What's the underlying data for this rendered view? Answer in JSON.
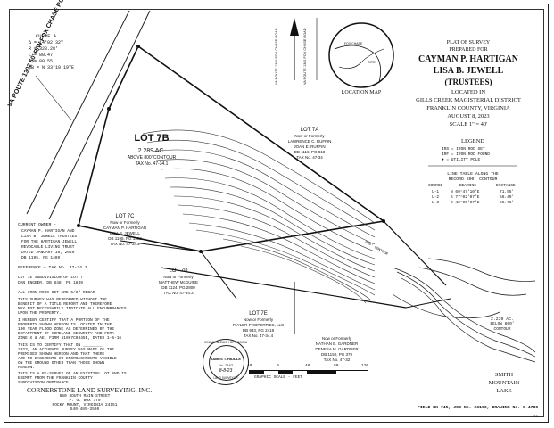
{
  "title": {
    "line1": "PLAT OF SURVEY",
    "line2": "PREPARED FOR",
    "owner1": "CAYMAN P. HARTIGAN",
    "owner2": "LISA B. JEWELL",
    "trustees": "(TRUSTEES)",
    "located": "LOCATED IN",
    "district": "GILLS CREEK MAGISTERIAL DISTRICT",
    "county": "FRANKLIN COUNTY, VIRGINIA",
    "date": "AUGUST 8, 2023",
    "scale": "SCALE 1\" = 40'"
  },
  "location_map": {
    "label": "LOCATION MAP",
    "road_vert": "VA ROUTE 1302 FOX CHASE ROAD",
    "road_vert2": "VA ROUTE 1302 FOX CHASE ROAD",
    "site": "SITE",
    "road_inner": "FOX CHASE"
  },
  "curve": {
    "title": "CURVE A",
    "delta": "Δ = 14°02'32\"",
    "r": "R = 328.28'",
    "l": "L = 80.47'",
    "c": "C = 80.55'",
    "bearing": "CB = N 33°19'19\"E"
  },
  "road_label": "VA ROUTE 1302 50' R/W FOX CHASE ROAD",
  "lot7b": {
    "name": "LOT 7B",
    "area": "2.289 AC.",
    "contour": "ABOVE 800' CONTOUR",
    "tax": "TAX No. 47-34.1"
  },
  "lot7a": {
    "name": "LOT 7A",
    "line1": "Now or Formerly",
    "line2": "LAWRENCE C. RUFFIN",
    "line3": "JOAN E. RUFFIN",
    "line4": "DB 1116, PG 818",
    "line5": "TAX No. 47-34"
  },
  "lot7c": {
    "name": "LOT 7C",
    "line1": "Now or Formerly",
    "line2": "CAYMAN P. HARTIGAN",
    "line3": "LISA B. JEWELL",
    "line4": "DB 1195, PG 1502",
    "line5": "TAX No. 47-34.2"
  },
  "lot7d": {
    "name": "LOT 7D",
    "line1": "Now or Formerly",
    "line2": "MATTHEW McGUIRE",
    "line3": "DB 1124, PG 2800",
    "line4": "TAX No. 47-34.3"
  },
  "lot7e": {
    "name": "LOT 7E",
    "line1": "Now or Formerly",
    "line2": "FLYLER PROPERTIES, LLC",
    "line3": "DB 933, PG 2418",
    "line4": "TAX No. 47-34.4"
  },
  "lot_gardner": {
    "line1": "Now or Formerly",
    "line2": "NATHAN B. GARDNER",
    "line3": "DENESA M. GARDNER",
    "line4": "DB 1150, PG 379",
    "line5": "TAX No. 47-32"
  },
  "owner_block": {
    "header": "CURRENT OWNER -",
    "l1": "CAYMAN P. HARTIGAN AND",
    "l2": "LISA B. JEWELL TRUSTEES",
    "l3": "FOR THE HARTIGAN JEWELL",
    "l4": "REVOCABLE LIVING TRUST",
    "l5": "DATED JANUARY 18, 2020",
    "l6": "DB 1195, PG 1499"
  },
  "reference": "REFERENCE — TAX No. 47-34.1",
  "subdivision": {
    "l1": "LOT 7E SUBDIVISION OF LOT 7",
    "l2": "DAN ENGEER, DB 848, PG 1839"
  },
  "notes": {
    "n1": "ALL IRON RODS SET ARE 5/8\" REBAR",
    "n2a": "THIS SURVEY WAS PERFORMED WITHOUT THE",
    "n2b": "BENEFIT OF A TITLE REPORT AND THEREFORE",
    "n2c": "MAY NOT NECESSARILY INDICATE ALL ENCUMBRANCES",
    "n2d": "UPON THE PROPERTY.",
    "n3a": "I HEREBY CERTIFY THAT A PORTION OF THE",
    "n3b": "PROPERTY SHOWN HEREON IS LOCATED IN THE",
    "n3c": "100 YEAR FLOOD ZONE AS DETERMINED BY THE",
    "n3d": "DEPARTMENT OF HOMELAND SECURITY AND FEMA",
    "n3e": "ZONE X & AE, FIRM 51067C0345D, DATED 1-6-16",
    "n4a": "THIS IS TO CERTIFY THAT ON ________",
    "n4b": "2023, AN ACCURATE SURVEY WAS MADE OF THE",
    "n4c": "PREMISES SHOWN HEREON AND THAT THERE",
    "n4d": "ARE NO EASEMENTS OR ENCROACHMENTS VISIBLE",
    "n4e": "ON THE GROUND OTHER THAN THOSE SHOWN",
    "n4f": "HEREON.",
    "n5a": "THIS IS A RE-SURVEY OF AN EXISTING LOT AND IS",
    "n5b": "EXEMPT FROM THE FRANKLIN COUNTY",
    "n5c": "SUBDIVISION ORDINANCE."
  },
  "company": {
    "name": "CORNERSTONE LAND SURVEYING, INC.",
    "l1": "650 SOUTH MAIN STREET",
    "l2": "P. O. BOX 779",
    "l3": "ROCKY MOUNT, VIRGINIA 24151",
    "l4": "540-489-3590"
  },
  "seal": {
    "top": "COMMONWEALTH OF VIRGINIA",
    "name": "JAMES T. RIDDLE",
    "lic": "No. 2162",
    "date": "8-8-23",
    "bottom": "LAND SURVEYOR"
  },
  "legend": {
    "title": "LEGEND",
    "l1": "IRS = IRON ROD SET",
    "l2": "IRF = IRON ROD FOUND",
    "l3": "● = UTILITY POLE"
  },
  "line_table": {
    "title1": "LINE TABLE ALONG THE",
    "title2": "RECORD 800' CONTOUR",
    "h_course": "COURSE",
    "h_bearing": "BEARING",
    "h_distance": "DISTANCE",
    "rows": [
      {
        "course": "L-1",
        "bearing": "N 60°47'10\"E",
        "distance": "71.55'"
      },
      {
        "course": "L-2",
        "bearing": "S 77°02'07\"E",
        "distance": "56.49'"
      },
      {
        "course": "L-3",
        "bearing": "S 42°05'07\"E",
        "distance": "55.76'"
      }
    ]
  },
  "right_area": {
    "area": "2.239 AC.",
    "below": "BELOW 800'",
    "contour": "CONTOUR",
    "lake1": "SMITH",
    "lake2": "MOUNTAIN",
    "lake3": "LAKE"
  },
  "contour_label": "800' CONTOUR",
  "scale_bar": {
    "t0": "40",
    "t1": "0",
    "t2": "40",
    "t3": "80",
    "t4": "120",
    "label": "GRAPHIC SCALE - FEET"
  },
  "field_book": "FIELD BK 745, JOB No. 23190, DRAWING No. C-4785",
  "page_no": "79"
}
